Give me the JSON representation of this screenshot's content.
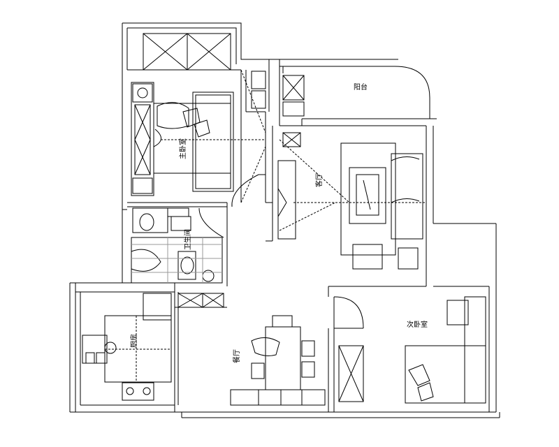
{
  "rooms": {
    "balcony": "阳台",
    "master_bedroom": "主卧室",
    "living_room": "客厅",
    "bathroom": "卫生间",
    "kitchen": "厨房",
    "dining_room": "餐厅",
    "second_bedroom": "次卧室"
  }
}
